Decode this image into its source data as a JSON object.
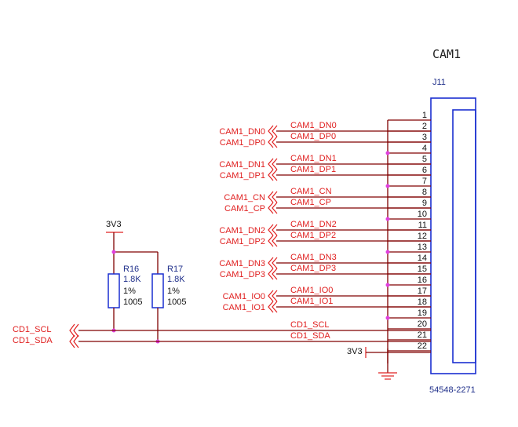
{
  "block_title": "CAM1",
  "connector": {
    "ref": "J11",
    "part_number": "54548-2271",
    "pins": [
      "1",
      "2",
      "3",
      "4",
      "5",
      "6",
      "7",
      "8",
      "9",
      "10",
      "11",
      "12",
      "13",
      "14",
      "15",
      "16",
      "17",
      "18",
      "19",
      "20",
      "21",
      "22"
    ]
  },
  "net_ports": [
    {
      "name": "CAM1_DN0",
      "pin": 2
    },
    {
      "name": "CAM1_DP0",
      "pin": 3
    },
    {
      "name": "CAM1_DN1",
      "pin": 5
    },
    {
      "name": "CAM1_DP1",
      "pin": 6
    },
    {
      "name": "CAM1_CN",
      "pin": 8
    },
    {
      "name": "CAM1_CP",
      "pin": 9
    },
    {
      "name": "CAM1_DN2",
      "pin": 11
    },
    {
      "name": "CAM1_DP2",
      "pin": 12
    },
    {
      "name": "CAM1_DN3",
      "pin": 14
    },
    {
      "name": "CAM1_DP3",
      "pin": 15
    },
    {
      "name": "CAM1_IO0",
      "pin": 17
    },
    {
      "name": "CAM1_IO1",
      "pin": 18
    }
  ],
  "i2c_ports": [
    {
      "name": "CD1_SCL",
      "pin": 20
    },
    {
      "name": "CD1_SDA",
      "pin": 21
    }
  ],
  "wire_labels": {
    "scl": "CD1_SCL",
    "sda": "CD1_SDA"
  },
  "power_3v3_pin22": "3V3",
  "power_3v3_pullups": "3V3",
  "resistors": [
    {
      "ref": "R16",
      "value": "1.8K",
      "tolerance": "1%",
      "package": "1005"
    },
    {
      "ref": "R17",
      "value": "1.8K",
      "tolerance": "1%",
      "package": "1005"
    }
  ],
  "ground_pins": [
    1,
    4,
    7,
    10,
    13,
    16,
    19
  ],
  "colors": {
    "net_text": "#e02020",
    "wire": "#800000",
    "component": "#1a2fd0",
    "junction": "#e040e0",
    "ref_text": "#1f2f8a"
  }
}
